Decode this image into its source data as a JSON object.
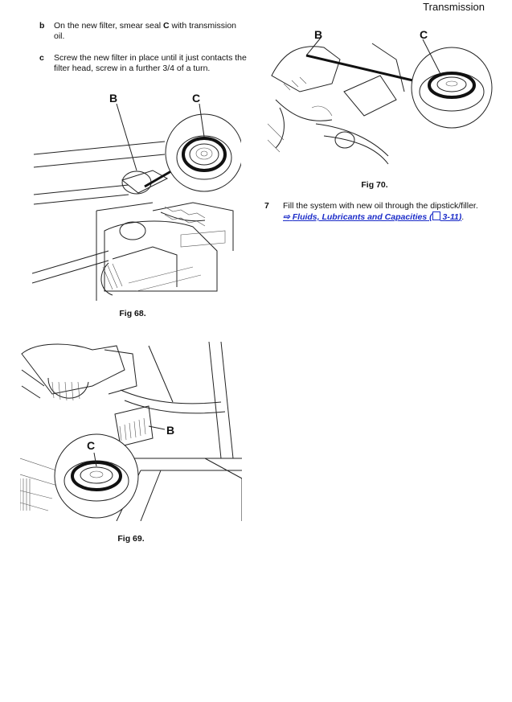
{
  "header": {
    "section_title": "Transmission"
  },
  "steps": [
    {
      "marker": "b",
      "text_before": "On the new filter, smear seal ",
      "highlight": "C",
      "text_after": " with transmission oil."
    },
    {
      "marker": "c",
      "text": "Screw the new filter in place until it just contacts the filter head, screw in a further 3/4 of a turn."
    },
    {
      "marker": "7",
      "text": "Fill the system with new oil through the dipstick/filler.",
      "link_arrow": "⇨",
      "link_text": "Fluids, Lubricants and Capacities",
      "link_ref_icon": "book-icon",
      "link_ref": "3-11"
    }
  ],
  "figures": [
    {
      "caption": "Fig 68.",
      "callouts": [
        "B",
        "C"
      ]
    },
    {
      "caption": "Fig 69.",
      "callouts": [
        "C",
        "B"
      ]
    },
    {
      "caption": "Fig 70.",
      "callouts": [
        "B",
        "C"
      ]
    }
  ]
}
